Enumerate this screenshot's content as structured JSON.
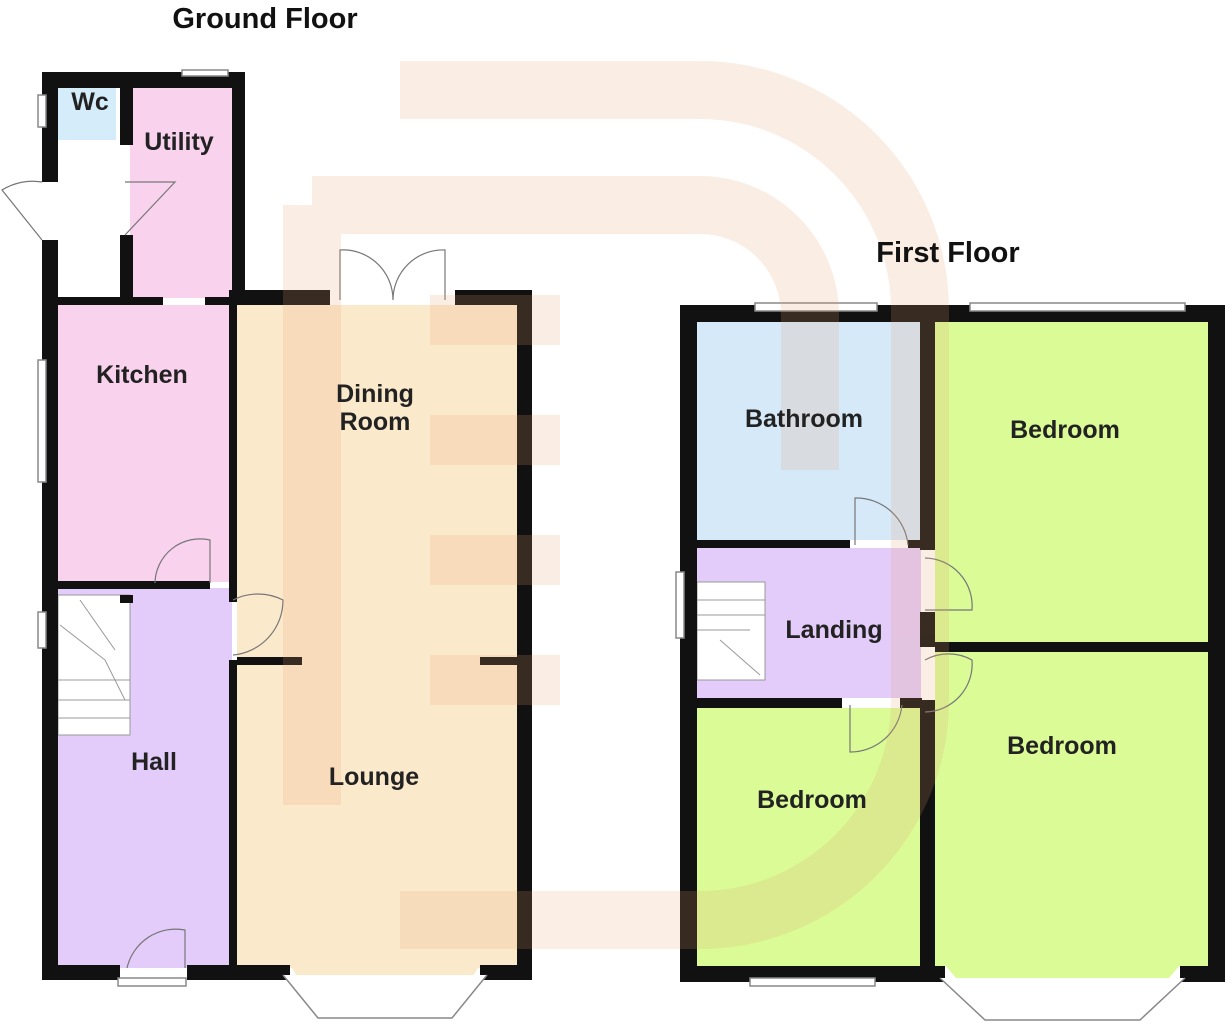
{
  "ground_floor": {
    "title": "Ground Floor",
    "rooms": {
      "wc": "Wc",
      "utility": "Utility",
      "kitchen": "Kitchen",
      "dining_line1": "Dining",
      "dining_line2": "Room",
      "hall": "Hall",
      "lounge": "Lounge"
    }
  },
  "first_floor": {
    "title": "First Floor",
    "rooms": {
      "bathroom": "Bathroom",
      "bedroom_1": "Bedroom",
      "landing": "Landing",
      "bedroom_2": "Bedroom",
      "bedroom_3": "Bedroom"
    }
  },
  "colors": {
    "kitchen": "#f9d2ee",
    "hall": "#e3ccf9",
    "lounge": "#fbe9cc",
    "bathroom": "#d5e9f9",
    "bedroom": "#dafb96",
    "wc": "#d5ecfb"
  }
}
